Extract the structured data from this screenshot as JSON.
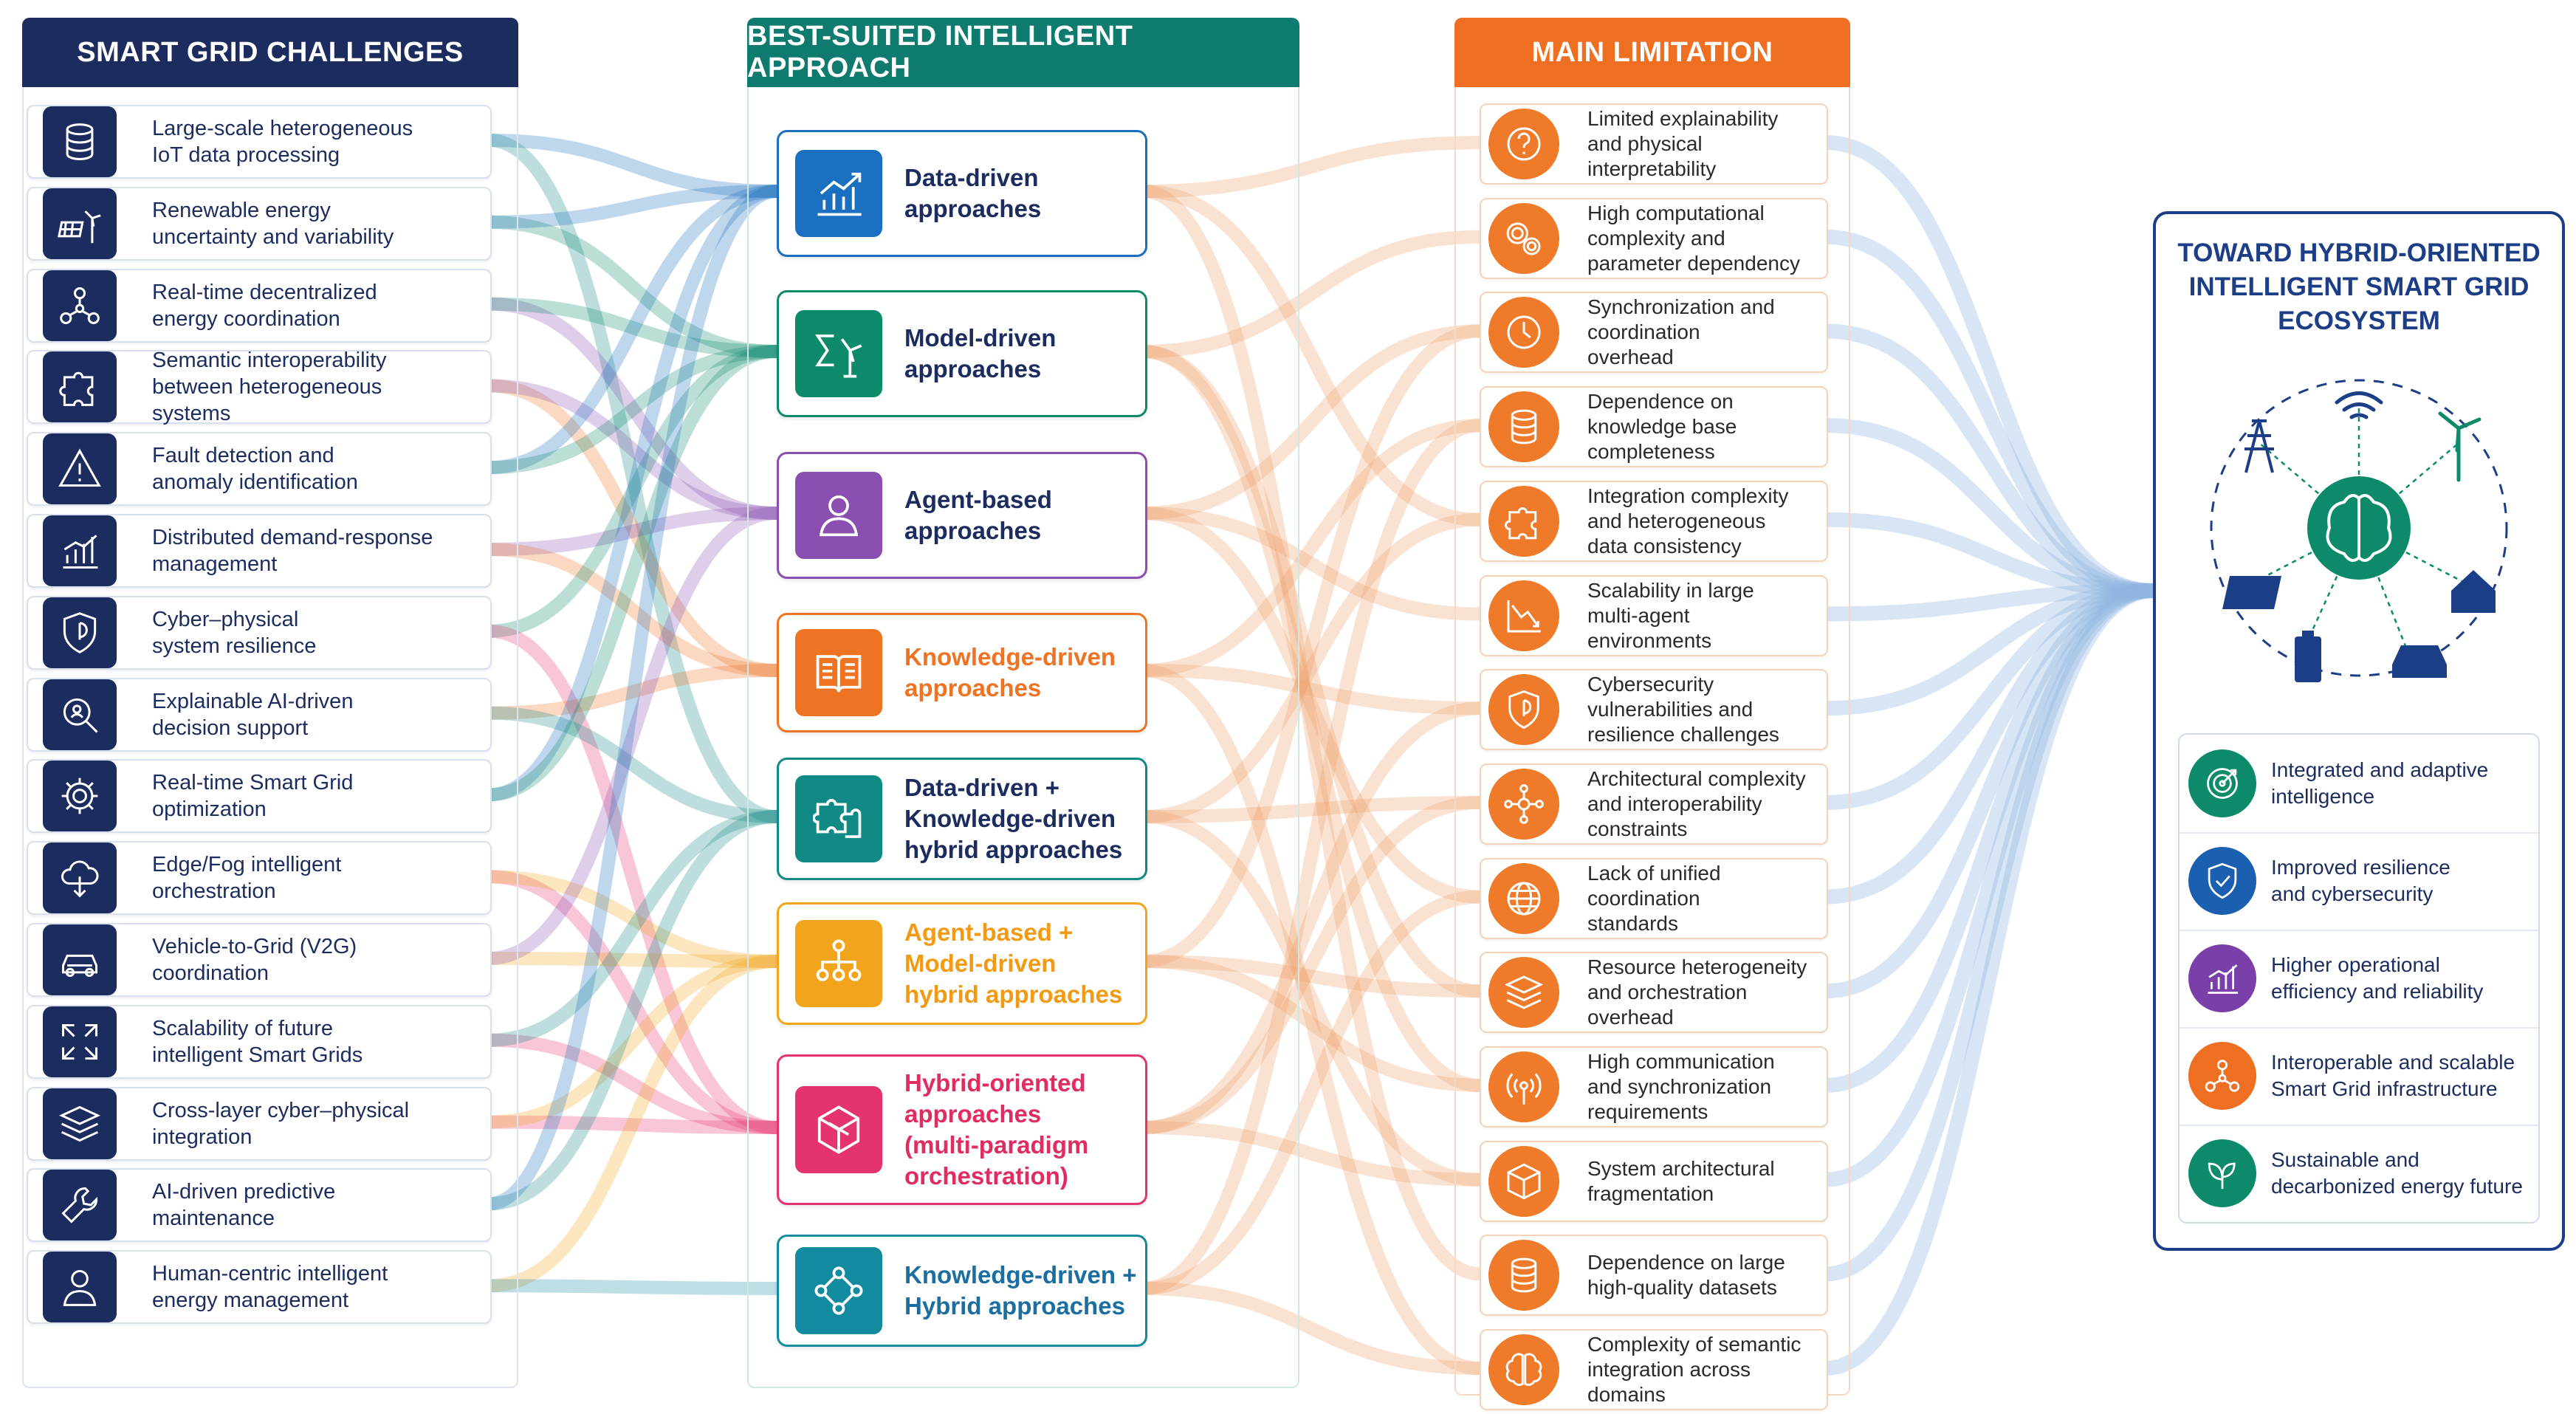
{
  "headers": {
    "challenges": "SMART GRID CHALLENGES",
    "approaches": "BEST-SUITED INTELLIGENT APPROACH",
    "limitations": "MAIN LIMITATION"
  },
  "colors": {
    "navy": "#1c2c5e",
    "teal_header": "#0f7a6e",
    "orange_header": "#ee6f22"
  },
  "challenges": [
    {
      "label": "Large-scale heterogeneous\nIoT data processing",
      "icon": "database-icon"
    },
    {
      "label": "Renewable energy\nuncertainty and variability",
      "icon": "solar-wind-icon"
    },
    {
      "label": "Real-time decentralized\nenergy coordination",
      "icon": "network-nodes-icon"
    },
    {
      "label": "Semantic interoperability\nbetween heterogeneous\nsystems",
      "icon": "puzzle-icon"
    },
    {
      "label": "Fault detection and\nanomaly identification",
      "icon": "warning-icon"
    },
    {
      "label": "Distributed demand-response\nmanagement",
      "icon": "bar-chart-icon"
    },
    {
      "label": "Cyber–physical\nsystem resilience",
      "icon": "shield-icon"
    },
    {
      "label": "Explainable AI-driven\ndecision support",
      "icon": "magnifier-icon"
    },
    {
      "label": "Real-time Smart Grid\noptimization",
      "icon": "gear-icon"
    },
    {
      "label": "Edge/Fog intelligent\norchestration",
      "icon": "cloud-icon"
    },
    {
      "label": "Vehicle-to-Grid (V2G)\ncoordination",
      "icon": "car-icon"
    },
    {
      "label": "Scalability of future\nintelligent Smart Grids",
      "icon": "expand-arrows-icon"
    },
    {
      "label": "Cross-layer cyber–physical\nintegration",
      "icon": "layers-icon"
    },
    {
      "label": "AI-driven predictive\nmaintenance",
      "icon": "wrench-icon"
    },
    {
      "label": "Human-centric intelligent\nenergy management",
      "icon": "person-icon"
    }
  ],
  "approaches": [
    {
      "label": "Data-driven\napproaches",
      "icon": "chart-up-icon",
      "color": "#1a6fc0",
      "text_color": "#1c2c5e"
    },
    {
      "label": "Model-driven\napproaches",
      "icon": "sigma-turbine-icon",
      "color": "#0c8a6a",
      "text_color": "#1c2c5e"
    },
    {
      "label": "Agent-based\napproaches",
      "icon": "agent-icon",
      "color": "#8a4fb0",
      "text_color": "#1c2c5e"
    },
    {
      "label": "Knowledge-driven\napproaches",
      "icon": "book-icon",
      "color": "#ee7424",
      "text_color": "#ee7424"
    },
    {
      "label": "Data-driven +\nKnowledge-driven\nhybrid approaches",
      "icon": "puzzle-hybrid-icon",
      "color": "#118a86",
      "text_color": "#1c2c5e"
    },
    {
      "label": "Agent-based +\nModel-driven\nhybrid approaches",
      "icon": "hierarchy-icon",
      "color": "#f2a51c",
      "text_color": "#f29a14"
    },
    {
      "label": "Hybrid-oriented\napproaches\n(multi-paradigm\norchestration)",
      "icon": "cube-icon",
      "color": "#e5336e",
      "text_color": "#e02c60"
    },
    {
      "label": "Knowledge-driven +\nHybrid approaches",
      "icon": "graph-icon",
      "color": "#128aa0",
      "text_color": "#1a6fa0"
    }
  ],
  "limitations": [
    {
      "label": "Limited explainability\nand physical\ninterpretability",
      "icon": "question-icon"
    },
    {
      "label": "High computational\ncomplexity and\nparameter dependency",
      "icon": "gears-icon"
    },
    {
      "label": "Synchronization and\ncoordination\noverhead",
      "icon": "clock-icon"
    },
    {
      "label": "Dependence on\nknowledge base\ncompleteness",
      "icon": "database-icon"
    },
    {
      "label": "Integration complexity\nand heterogeneous\ndata consistency",
      "icon": "puzzle-icon"
    },
    {
      "label": "Scalability in large\nmulti-agent\nenvironments",
      "icon": "trend-down-icon"
    },
    {
      "label": "Cybersecurity\nvulnerabilities and\nresilience challenges",
      "icon": "shield-icon"
    },
    {
      "label": "Architectural complexity\nand interoperability\nconstraints",
      "icon": "hub-icon"
    },
    {
      "label": "Lack of unified\ncoordination\nstandards",
      "icon": "globe-icon"
    },
    {
      "label": "Resource heterogeneity\nand orchestration\noverhead",
      "icon": "layers-icon"
    },
    {
      "label": "High communication\nand synchronization\nrequirements",
      "icon": "broadcast-icon"
    },
    {
      "label": "System architectural\nfragmentation",
      "icon": "box-icon"
    },
    {
      "label": "Dependence on large\nhigh-quality datasets",
      "icon": "database-icon"
    },
    {
      "label": "Complexity of semantic\nintegration across\ndomains",
      "icon": "brain-icon"
    }
  ],
  "ecosystem": {
    "title": "TOWARD HYBRID-ORIENTED\nINTELLIGENT SMART GRID\nECOSYSTEM",
    "benefits": [
      {
        "label": "Integrated and adaptive\nintelligence",
        "icon": "target-icon",
        "color": "#0c8a6a"
      },
      {
        "label": "Improved resilience\nand cybersecurity",
        "icon": "shield-check-icon",
        "color": "#1a5fb0"
      },
      {
        "label": "Higher operational\nefficiency and reliability",
        "icon": "bar-chart-icon",
        "color": "#7a3fa8"
      },
      {
        "label": "Interoperable and scalable\nSmart Grid infrastructure",
        "icon": "network-nodes-icon",
        "color": "#ee6f22"
      },
      {
        "label": "Sustainable and\ndecarbonized energy future",
        "icon": "leaf-icon",
        "color": "#0c8a6a"
      }
    ]
  },
  "links": {
    "challenge_to_approach": [
      [
        0,
        0
      ],
      [
        0,
        4
      ],
      [
        1,
        1
      ],
      [
        1,
        0
      ],
      [
        2,
        2
      ],
      [
        2,
        1
      ],
      [
        3,
        3
      ],
      [
        3,
        2
      ],
      [
        4,
        0
      ],
      [
        4,
        1
      ],
      [
        5,
        2
      ],
      [
        5,
        3
      ],
      [
        6,
        1
      ],
      [
        6,
        6
      ],
      [
        7,
        3
      ],
      [
        7,
        4
      ],
      [
        8,
        0
      ],
      [
        8,
        1
      ],
      [
        9,
        6
      ],
      [
        9,
        5
      ],
      [
        10,
        5
      ],
      [
        10,
        2
      ],
      [
        11,
        6
      ],
      [
        11,
        4
      ],
      [
        12,
        6
      ],
      [
        12,
        5
      ],
      [
        13,
        4
      ],
      [
        13,
        0
      ],
      [
        14,
        5
      ],
      [
        14,
        7
      ]
    ],
    "approach_to_limitation": [
      [
        0,
        0
      ],
      [
        0,
        12
      ],
      [
        0,
        4
      ],
      [
        1,
        1
      ],
      [
        1,
        10
      ],
      [
        1,
        9
      ],
      [
        2,
        2
      ],
      [
        2,
        5
      ],
      [
        2,
        8
      ],
      [
        3,
        3
      ],
      [
        3,
        13
      ],
      [
        3,
        6
      ],
      [
        4,
        4
      ],
      [
        4,
        7
      ],
      [
        4,
        11
      ],
      [
        5,
        2
      ],
      [
        5,
        10
      ],
      [
        5,
        9
      ],
      [
        6,
        7
      ],
      [
        6,
        11
      ],
      [
        6,
        6
      ],
      [
        7,
        13
      ],
      [
        7,
        3
      ],
      [
        7,
        8
      ]
    ]
  }
}
